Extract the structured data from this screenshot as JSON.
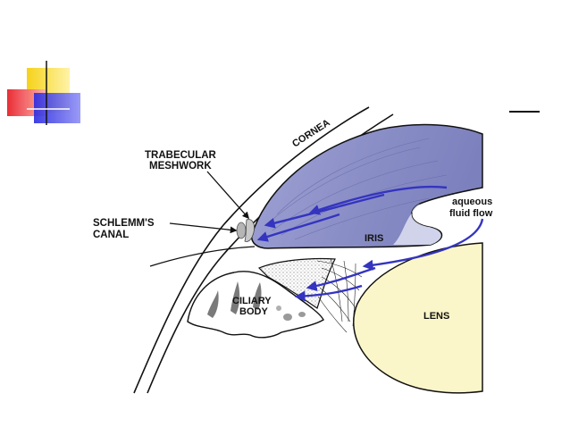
{
  "labels": {
    "cornea": "CORNEA",
    "trabecular_line1": "TRABECULAR",
    "trabecular_line2": "MESHWORK",
    "schlemm_line1": "SCHLEMM'S",
    "schlemm_line2": "CANAL",
    "iris": "IRIS",
    "ciliary_line1": "CILIARY",
    "ciliary_line2": "BODY",
    "lens": "LENS",
    "aqueous_line1": "aqueous",
    "aqueous_line2": "fluid flow"
  },
  "colors": {
    "iris_fill": "#8f93c8",
    "iris_light": "#c9cbe6",
    "lens_fill": "#fbf6c9",
    "flow_arrow": "#3434c0",
    "outline": "#111111",
    "ciliary_dots": "#b8b8b8",
    "ciliary_dark": "#7a7a7a",
    "deco_yellow": "#f6d21a",
    "deco_red": "#e8222a",
    "deco_blue": "#2a2ae0"
  },
  "icons": {
    "slide_decoration": "stacked-squares-icon"
  }
}
